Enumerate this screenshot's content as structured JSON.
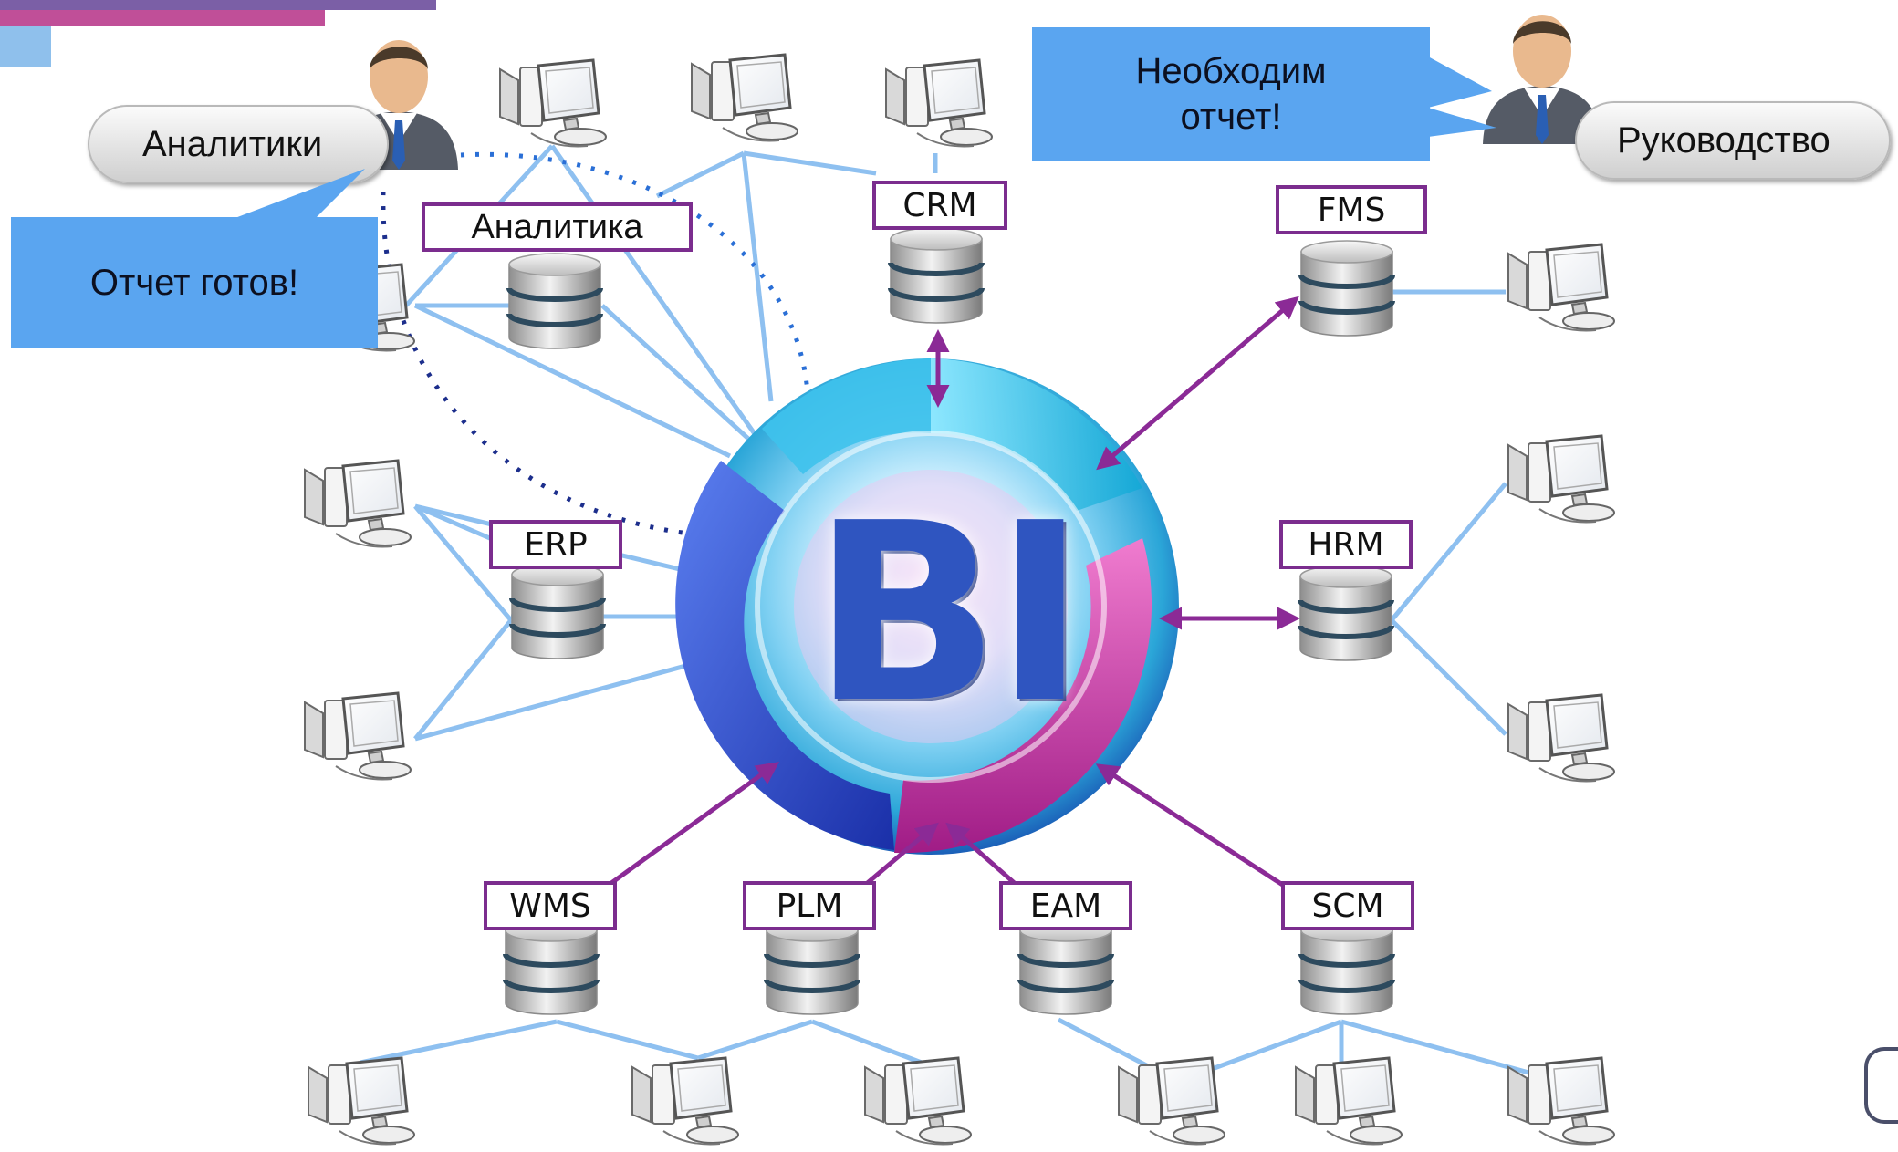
{
  "colors": {
    "connector": "#8ec0f0",
    "bi_link": "#8b2a96",
    "box_border": "#7b2d8e",
    "callout": "#5aa5f0",
    "dotted": "#1c2e8c",
    "dotted_blue": "#2a6fd6"
  },
  "center": {
    "label": "BI"
  },
  "systems": [
    {
      "id": "analytics",
      "label": "Аналитика"
    },
    {
      "id": "crm",
      "label": "CRM"
    },
    {
      "id": "fms",
      "label": "FMS"
    },
    {
      "id": "erp",
      "label": "ERP"
    },
    {
      "id": "hrm",
      "label": "HRM"
    },
    {
      "id": "wms",
      "label": "WMS"
    },
    {
      "id": "plm",
      "label": "PLM"
    },
    {
      "id": "eam",
      "label": "EAM"
    },
    {
      "id": "scm",
      "label": "SCM"
    }
  ],
  "actors": {
    "analysts": {
      "label": "Аналитики",
      "icon": "analyst-person-icon"
    },
    "management": {
      "label": "Руководство",
      "icon": "manager-person-icon"
    }
  },
  "callouts": {
    "report_ready": "Отчет готов!",
    "report_needed_line1": "Необходим",
    "report_needed_line2": "отчет!"
  },
  "icons": {
    "workstation": "computer-monitor-icon",
    "database": "database-icon",
    "hub": "bi-sphere-icon"
  }
}
